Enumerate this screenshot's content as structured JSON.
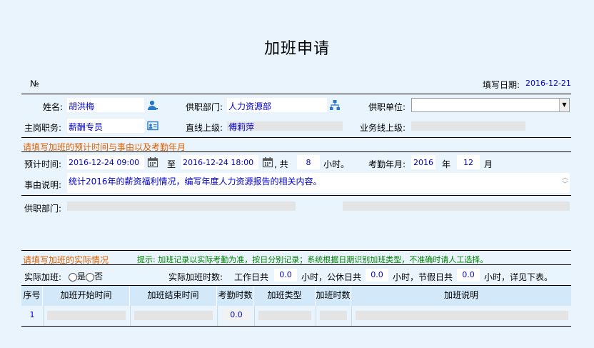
{
  "form": {
    "title": "加班申请",
    "no_label": "№",
    "fill_date_label": "填写日期:",
    "fill_date": "2016-12-21"
  },
  "basic": {
    "name_label": "姓名:",
    "name": "胡洪梅",
    "dept_label": "供职部门:",
    "dept": "人力资源部",
    "unit_label": "供职单位:",
    "unit": "",
    "post_label": "主岗职务:",
    "post": "薪酬专员",
    "superior_label": "直线上级:",
    "superior": "傅莉萍",
    "biz_superior_label": "业务线上级:",
    "biz_superior": ""
  },
  "plan": {
    "section_title": "请填写加班的预计时间与事由以及考勤年月",
    "time_label": "预计时间:",
    "start": "2016-12-24 09:00",
    "to_label": "至",
    "end": "2016-12-24 18:00",
    "total_prefix": ", 共",
    "hours": "8",
    "hours_unit": "小时。",
    "attend_label": "考勤年月:",
    "year": "2016",
    "year_unit": "年",
    "month": "12",
    "month_unit": "月",
    "reason_label": "事由说明:",
    "reason": "统计2016年的薪资福利情况，编写年度人力资源报告的相关内容。",
    "dept2_label": "供职部门:"
  },
  "actual": {
    "section_title": "请填写加班的实际情况",
    "hint": "提示: 加班记录以实际考勤为准，按日分别记录；系统根据日期识别加班类型，不准确时请人工选择。",
    "actual_label": "实际加班:",
    "yes": "是",
    "no": "否",
    "days_label": "实际加班时数:",
    "workday_label": "工作日共",
    "workday_hours": "0.0",
    "rest_label": "小时，公休日共",
    "rest_hours": "0.0",
    "holiday_label": "小时，节假日共",
    "holiday_hours": "0.0",
    "tail_label": "小时，详见下表。"
  },
  "table": {
    "headers": [
      "序号",
      "加班开始时间",
      "加班结束时间",
      "考勤时数",
      "加班类型",
      "加班时数",
      "加班说明"
    ],
    "rows": [
      {
        "index": "1",
        "attend_hours": "0.0"
      }
    ]
  },
  "colors": {
    "background": "#e9f4fc",
    "value_text": "#0000cc",
    "section_title": "#e06000",
    "hint": "#008000",
    "table_header": "#d3e8f8"
  },
  "icons": {
    "person": "person-icon",
    "org": "org-chart-icon",
    "card": "id-card-icon",
    "calendar": "calendar-icon"
  }
}
